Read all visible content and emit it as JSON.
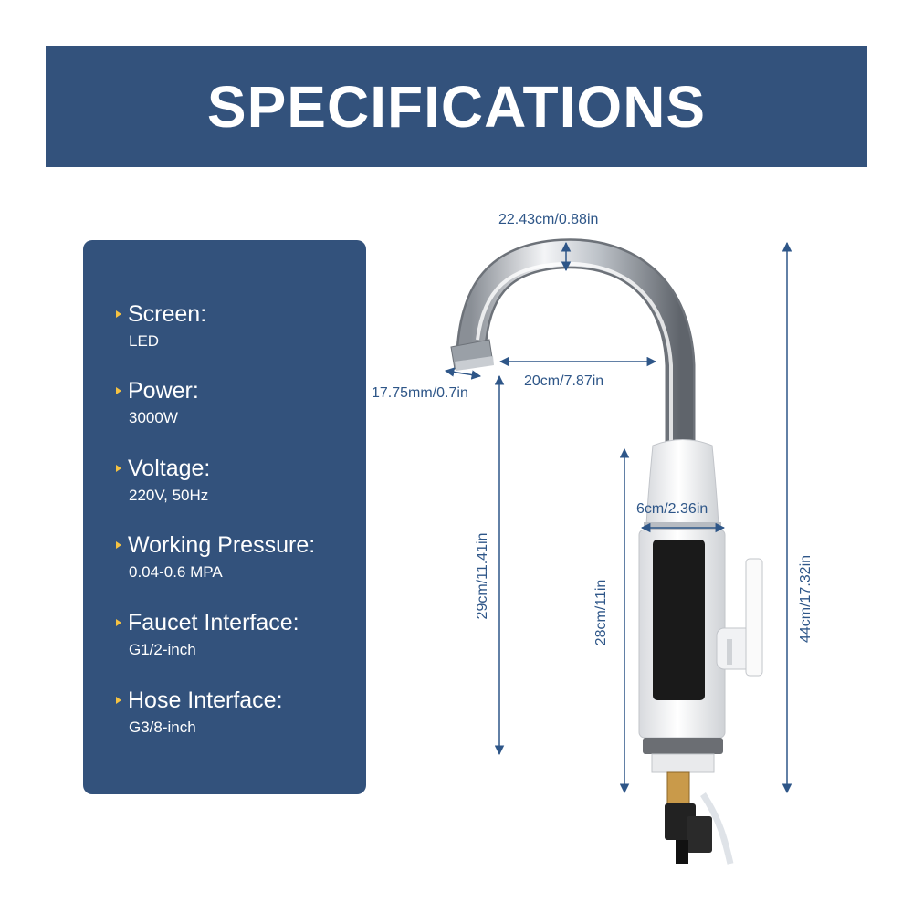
{
  "banner": {
    "title": "SPECIFICATIONS"
  },
  "specs": [
    {
      "label": "Screen:",
      "value": "LED"
    },
    {
      "label": "Power:",
      "value": "3000W"
    },
    {
      "label": "Voltage:",
      "value": "220V, 50Hz"
    },
    {
      "label": "Working Pressure:",
      "value": "0.04-0.6 MPA"
    },
    {
      "label": "Faucet Interface:",
      "value": "G1/2-inch"
    },
    {
      "label": "Hose Interface:",
      "value": "G3/8-inch"
    }
  ],
  "dimensions": {
    "pipe_diameter": "22.43cm/0.88in",
    "spout_width": "17.75mm/0.7in",
    "spout_reach": "20cm/7.87in",
    "body_width": "6cm/2.36in",
    "spout_height": "29cm/11.41in",
    "body_height": "28cm/11in",
    "total_height": "44cm/17.32in"
  },
  "colors": {
    "panel": "#33527c",
    "accent_bullet": "#f5c242",
    "dimension_line": "#2e5688"
  }
}
